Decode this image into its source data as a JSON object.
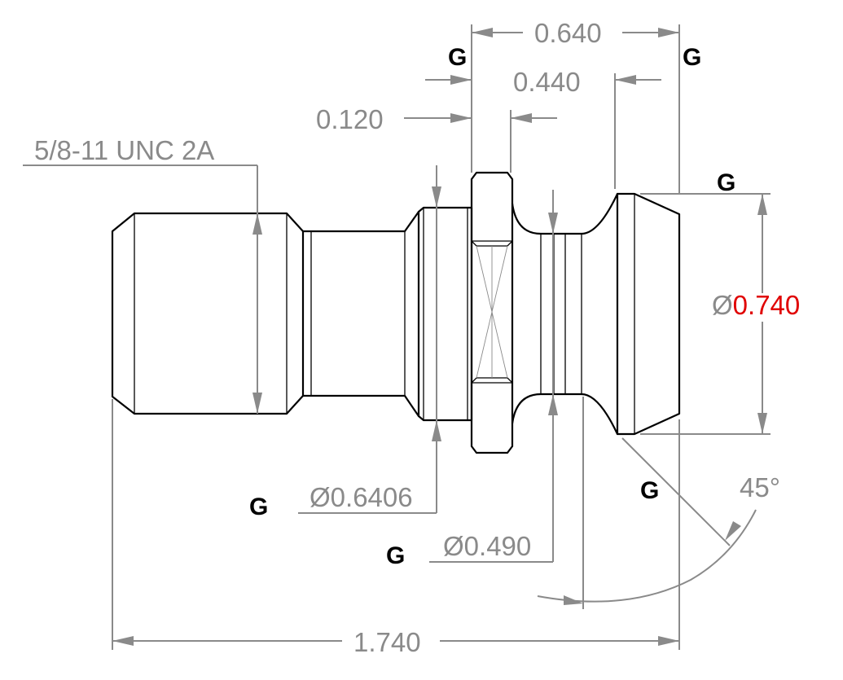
{
  "thread_label": "5/8-11 UNC 2A",
  "dimensions": {
    "overall_length": "1.740",
    "head_length": "0.640",
    "gauge_length": "0.440",
    "flange_thickness": "0.120",
    "neck_diameter_prefix": "Ø",
    "neck_diameter": "0.490",
    "pilot_diameter_prefix": "Ø",
    "pilot_diameter": "0.6406",
    "head_diameter_prefix": "Ø",
    "head_diameter": "0.740",
    "head_angle": "45°"
  },
  "gauge_symbol": "G",
  "colors": {
    "gauge_length": "#1a1acc",
    "head_diameter": "#e00000",
    "head_angle": "#1a9e1a",
    "dimension": "#8a8a8a",
    "outline": "#000000"
  }
}
